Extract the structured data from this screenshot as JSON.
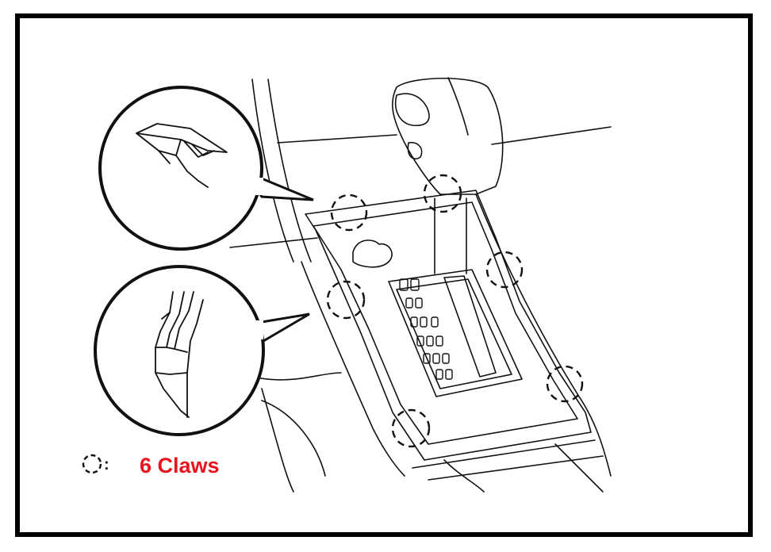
{
  "diagram": {
    "legend": {
      "symbol_suffix": ":",
      "label": "6 Claws",
      "label_color": "#e8141e"
    },
    "colors": {
      "line": "#111111",
      "border": "#000000",
      "background": "#ffffff"
    },
    "callouts": [
      {
        "name": "claw-detail-upper",
        "depicts": "claw-upper-icon"
      },
      {
        "name": "claw-detail-lower",
        "depicts": "claw-lower-icon"
      }
    ],
    "claw_count": 6
  }
}
